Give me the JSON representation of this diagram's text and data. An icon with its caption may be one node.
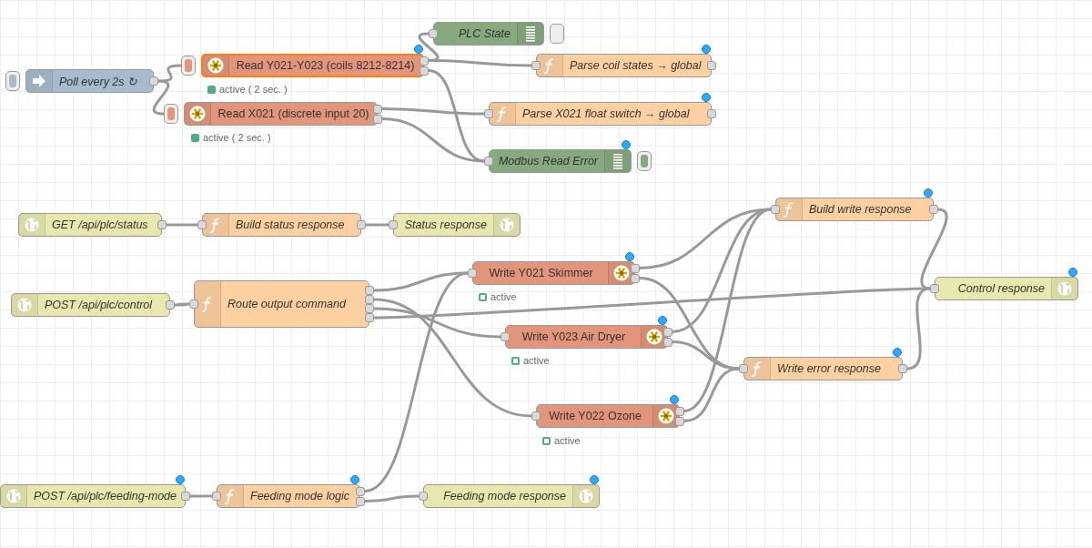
{
  "diagram": {
    "nodes": [
      {
        "text": [
          "Poll every 2s ↻"
        ]
      },
      {
        "text": [
          "Read Y021-Y023 (coils 8212-8214)"
        ],
        "beside": [
          "active ( 2 sec. )"
        ]
      },
      {
        "text": [
          "Read X021 (discrete input 20)"
        ],
        "beside": [
          "active ( 2 sec. )"
        ]
      },
      {
        "text": [
          "PLC State"
        ]
      },
      {
        "text": [
          "Parse coil states → global"
        ]
      },
      {
        "text": [
          "Parse X021 float switch → global"
        ]
      },
      {
        "text": [
          "Modbus Read Error"
        ]
      },
      {
        "text": [
          "GET /api/plc/status"
        ]
      },
      {
        "text": [
          "Build status response"
        ]
      },
      {
        "text": [
          "Status response"
        ]
      },
      {
        "text": [
          "POST /api/plc/control"
        ]
      },
      {
        "text": [
          "Route output command"
        ]
      },
      {
        "text": [
          "Write Y021 Skimmer"
        ],
        "beside": [
          "active"
        ]
      },
      {
        "text": [
          "Write Y023 Air Dryer"
        ],
        "beside": [
          "active"
        ]
      },
      {
        "text": [
          "Write Y022 Ozone"
        ],
        "beside": [
          "active"
        ]
      },
      {
        "text": [
          "Build write response"
        ]
      },
      {
        "text": [
          "Control response"
        ]
      },
      {
        "text": [
          "Write error response"
        ]
      },
      {
        "text": [
          "POST /api/plc/feeding-mode"
        ]
      },
      {
        "text": [
          "Feeding mode logic"
        ]
      },
      {
        "text": [
          "Feeding mode response"
        ]
      }
    ],
    "edges": [
      {
        "from": 0,
        "to": 1,
        "arrow": "none"
      },
      {
        "from": 0,
        "to": 2,
        "arrow": "none"
      },
      {
        "from": 1,
        "to": 3,
        "arrow": "none"
      },
      {
        "from": 1,
        "to": 4,
        "arrow": "none"
      },
      {
        "from": 1,
        "to": 6,
        "arrow": "none"
      },
      {
        "from": 2,
        "to": 5,
        "arrow": "none"
      },
      {
        "from": 2,
        "to": 6,
        "arrow": "none"
      },
      {
        "from": 7,
        "to": 8,
        "arrow": "none"
      },
      {
        "from": 8,
        "to": 9,
        "arrow": "none"
      },
      {
        "from": 10,
        "to": 11,
        "arrow": "none"
      },
      {
        "from": 11,
        "to": 12,
        "arrow": "none"
      },
      {
        "from": 11,
        "to": 14,
        "arrow": "none"
      },
      {
        "from": 11,
        "to": 13,
        "arrow": "none"
      },
      {
        "from": 11,
        "to": 16,
        "arrow": "none"
      },
      {
        "from": 12,
        "to": 15,
        "arrow": "none"
      },
      {
        "from": 12,
        "to": 17,
        "arrow": "none"
      },
      {
        "from": 13,
        "to": 15,
        "arrow": "none"
      },
      {
        "from": 13,
        "to": 17,
        "arrow": "none"
      },
      {
        "from": 14,
        "to": 15,
        "arrow": "none"
      },
      {
        "from": 14,
        "to": 17,
        "arrow": "none"
      },
      {
        "from": 15,
        "to": 16,
        "arrow": "none"
      },
      {
        "from": 17,
        "to": 16,
        "arrow": "none"
      },
      {
        "from": 18,
        "to": 19,
        "arrow": "none"
      },
      {
        "from": 19,
        "to": 12,
        "arrow": "none"
      },
      {
        "from": 19,
        "to": 20,
        "arrow": "none"
      }
    ]
  }
}
